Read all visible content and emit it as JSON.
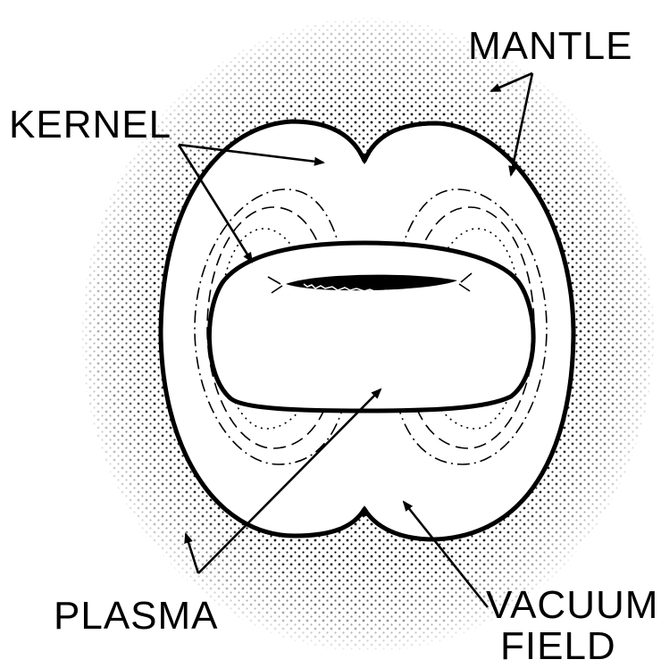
{
  "labels": {
    "mantle": "MANTLE",
    "kernel": "KERNEL",
    "plasma": "PLASMA",
    "vacuum_line1": "VACUUM",
    "vacuum_line2": "FIELD"
  },
  "colors": {
    "ink": "#000000",
    "background": "#ffffff"
  }
}
